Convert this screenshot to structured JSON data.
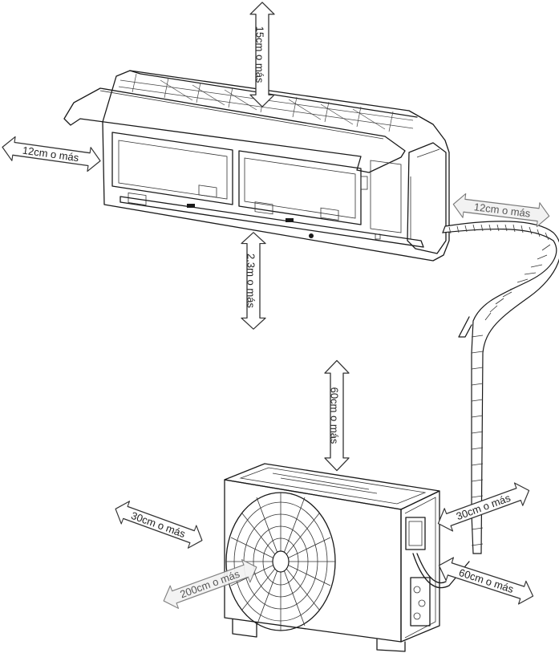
{
  "labels": {
    "indoor_top": "15cm o más",
    "indoor_left": "12cm o más",
    "indoor_right": "12cm o más",
    "indoor_bottom": "2.3m o más",
    "outdoor_top": "60cm o más",
    "outdoor_left": "30cm o más",
    "outdoor_right": "30cm o más",
    "outdoor_front": "200cm o más",
    "outdoor_back_right": "60cm o más"
  },
  "colors": {
    "line": "#1a1a1a",
    "arrow_fill": "#ffffff",
    "arrow_fill_grey": "#f2f2f2",
    "text": "#222222"
  }
}
